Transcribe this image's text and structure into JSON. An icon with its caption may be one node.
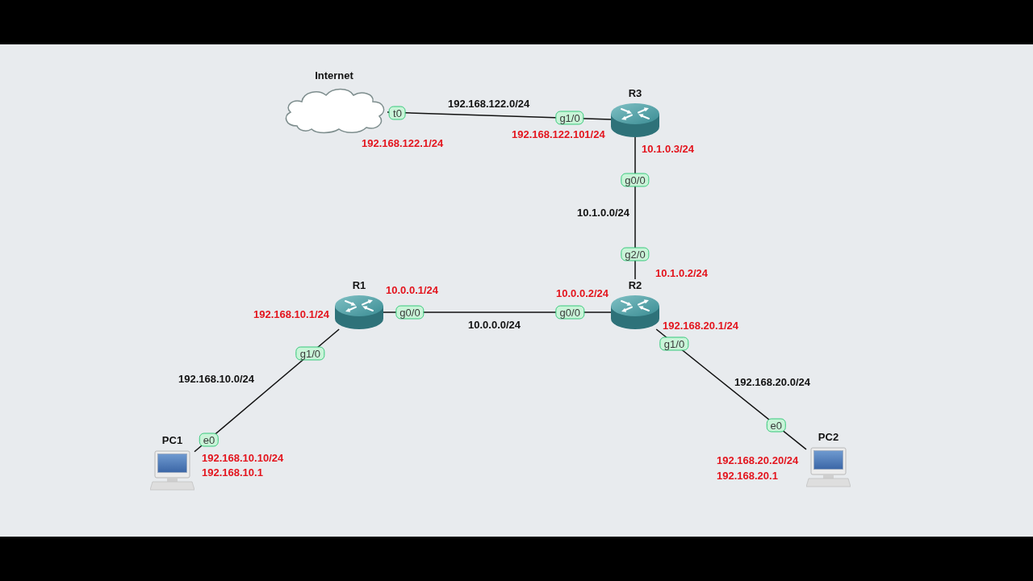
{
  "diagram": {
    "nodes": [
      {
        "text": [
          "Internet"
        ],
        "beside": [
          "t0",
          "192.168.122.1/24"
        ]
      },
      {
        "text": [
          "R3"
        ],
        "beside": [
          "g1/0",
          "192.168.122.101/24",
          "10.1.0.3/24",
          "g0/0"
        ]
      },
      {
        "text": [
          "R1"
        ],
        "beside": [
          "10.0.0.1/24",
          "192.168.10.1/24",
          "g0/0",
          "g1/0"
        ]
      },
      {
        "text": [
          "R2"
        ],
        "beside": [
          "g2/0",
          "10.1.0.2/24",
          "10.0.0.2/24",
          "g0/0",
          "192.168.20.1/24",
          "g1/0"
        ]
      },
      {
        "text": [
          "PC1"
        ],
        "beside": [
          "e0",
          "192.168.10.10/24",
          "192.168.10.1"
        ]
      },
      {
        "text": [
          "PC2"
        ],
        "beside": [
          "e0",
          "192.168.20.20/24",
          "192.168.20.1"
        ]
      }
    ],
    "edges": [
      {
        "from": 0,
        "to": 1,
        "arrow": "none",
        "label": "192.168.122.0/24"
      },
      {
        "from": 1,
        "to": 3,
        "arrow": "none",
        "label": "10.1.0.0/24"
      },
      {
        "from": 2,
        "to": 3,
        "arrow": "none",
        "label": "10.0.0.0/24"
      },
      {
        "from": 2,
        "to": 4,
        "arrow": "none",
        "label": "192.168.10.0/24"
      },
      {
        "from": 3,
        "to": 5,
        "arrow": "none",
        "label": "192.168.20.0/24"
      }
    ]
  }
}
